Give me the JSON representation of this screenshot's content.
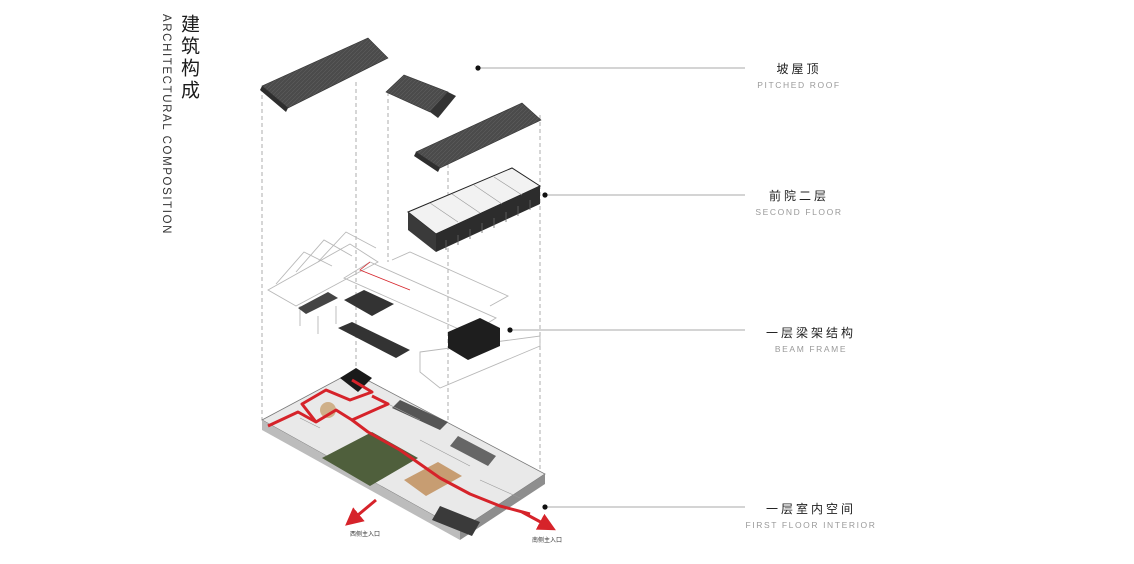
{
  "title_zh": "建筑构成",
  "title_en": "ARCHITECTURAL COMPOSITION",
  "layers": [
    {
      "zh": "坡屋顶",
      "en": "PITCHED ROOF"
    },
    {
      "zh": "前院二层",
      "en": "SECOND FLOOR"
    },
    {
      "zh": "一层梁架结构",
      "en": "BEAM FRAME"
    },
    {
      "zh": "一层室内空间",
      "en": "FIRST FLOOR INTERIOR"
    }
  ],
  "entrances": [
    "西侧主入口",
    "南侧主入口"
  ],
  "colors": {
    "roof": "#4a4a4a",
    "path": "#d6232a",
    "leader": "#8c8c8c",
    "grass": "#4f5f3c"
  }
}
